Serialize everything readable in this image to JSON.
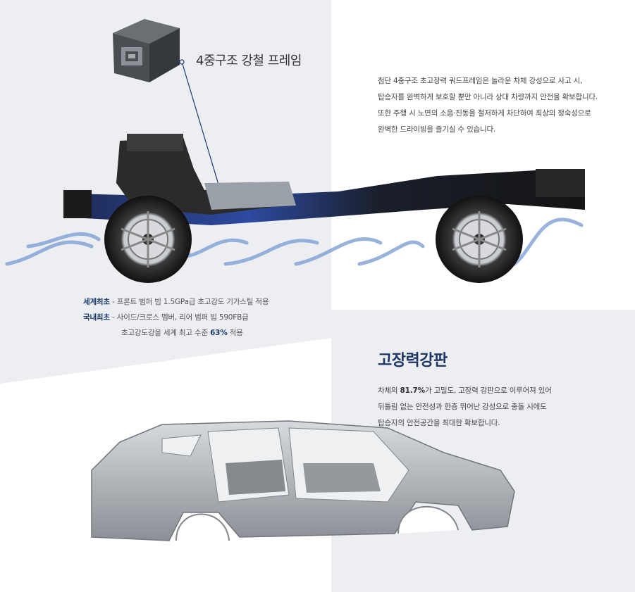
{
  "frame": {
    "title": "4중구조 강철 프레임",
    "description": "첨단 4중구조 초고장력 쿼드프레임은 놀라운 차체 강성으로 사고 시,\n탑승자를 완벽하게 보호할 뿐만 아니라 상대 차량까지 안전을 확보합니다.\n또한 주행 시 노면의 소음·진동을 철저하게 차단하여 최상의 정숙성으로\n완벽한 드라이빙을 즐기실 수 있습니다.",
    "icon": "steel-frame-cross-section-icon"
  },
  "notes": {
    "world_first_label": "세계최초",
    "world_first_text": " - 프론트 범퍼 빔 1.5GPa급 초고강도 기가스틸 적용",
    "domestic_first_label": "국내최초",
    "domestic_first_text": " - 사이드/크로스 멤버, 리어 범퍼 빔 590FB급",
    "line3_prefix": "초고강도강을 세계 최고 수준 ",
    "line3_pct": "63%",
    "line3_suffix": " 적용"
  },
  "steel": {
    "title": "고장력강판",
    "line1_prefix": "차체의 ",
    "line1_pct": "81.7%",
    "line1_suffix": "가 고밀도, 고장력 강판으로 이루어져 있어",
    "line2": "뒤틀림 없는 안전성과 한층 뛰어난 강성으로 충돌 시에도",
    "line3": "탑승자의 안전공간을 최대한 확보합니다."
  },
  "colors": {
    "accent": "#1c3565",
    "panel": "#eceef2",
    "arrow": "#6f8fc4"
  }
}
